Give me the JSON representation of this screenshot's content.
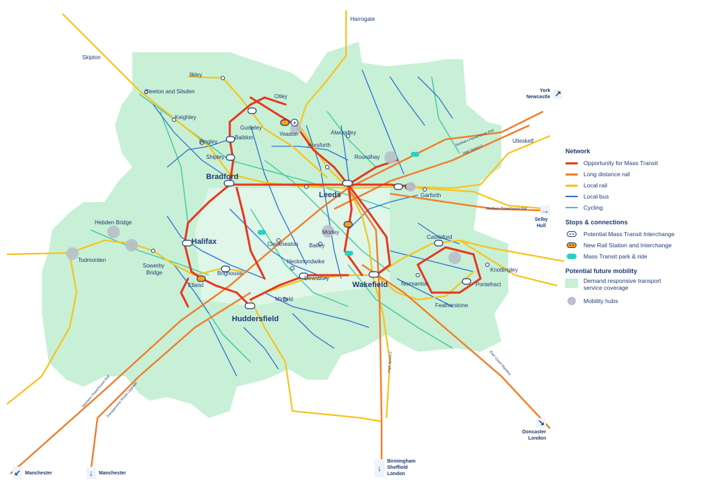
{
  "colors": {
    "coverage": "#c8f0d6",
    "mass_transit": "#e8361e",
    "long_distance": "#f07d2a",
    "local_rail": "#f7c31b",
    "local_bus": "#2f6fd4",
    "cycling": "#41c7a0",
    "hub": "#b8c0c9",
    "text": "#1f3b73"
  },
  "places": {
    "harrogate": "Harrogate",
    "skipton": "Skipton",
    "ilkley": "Ilkley",
    "steeton": "Steeton and Silsden",
    "keighley": "Keighley",
    "bingley": "Bingley",
    "shipley": "Shipley",
    "baildon": "Baildon",
    "guiseley": "Guiseley",
    "otley": "Otley",
    "yeadon": "Yeadon",
    "horsforth": "Horsforth",
    "alwoodley": "Alwoodley",
    "roundhay": "Roundhay",
    "garforth": "Garforth",
    "ulleskelf": "Ulleskelf",
    "hebden_bridge": "Hebden Bridge",
    "todmorden": "Todmorden",
    "sowerby_bridge": "Sowerby\nBridge",
    "elland": "Elland",
    "brighouse": "Brighouse",
    "cleckheaton": "Cleckheaton",
    "batley": "Batley",
    "morley": "Morley",
    "heckmondwike": "Heckmondwike",
    "dewsbury": "Dewsbury",
    "mirfield": "Mirfield",
    "castleford": "Castleford",
    "knottingley": "Knottingley",
    "normanton": "Normanton",
    "pontefract": "Pontefract",
    "featherstone": "Featherstone"
  },
  "cities": {
    "bradford": "Bradford",
    "leeds": "Leeds",
    "halifax": "Halifax",
    "wakefield": "Wakefield",
    "huddersfield": "Huddersfield"
  },
  "rail_names": {
    "npr_east": "Northern Powerhouse Rail",
    "hs2_east": "High Speed 2",
    "npr_east2": "Northern Powerhouse Rail",
    "npr_west": "Northern Powerhouse Rail",
    "transpennine": "Transpennine Route Upgrade",
    "hs2_south": "High Speed 2",
    "ecml": "East Coast Mainline"
  },
  "destinations": {
    "york": {
      "line1": "York",
      "line2": "Newcastle",
      "arrow": "↗"
    },
    "selby": {
      "line1": "Selby",
      "line2": "Hull",
      "arrow": "→"
    },
    "doncaster": {
      "line1": "Doncaster",
      "line2": "London",
      "arrow": "↘"
    },
    "birmingham": {
      "line1": "Birmingham",
      "line2": "Sheffield",
      "line3": "London",
      "arrow": "↓"
    },
    "manchester_a": {
      "line1": "Manchester",
      "arrow": "↙"
    },
    "manchester_b": {
      "line1": "Manchester",
      "arrow": "↓"
    }
  },
  "legend": {
    "network_title": "Network",
    "mass_transit": "Opportunity for Mass Transit",
    "long_distance": "Long distance rail",
    "local_rail": "Local rail",
    "local_bus": "Local bus",
    "cycling": "Cycling",
    "stops_title": "Stops & connections",
    "interchange": "Potential Mass Transit Interchange",
    "new_station": "New Rail Station and Interchange",
    "park_ride": "Mass Transit park & ride",
    "mobility_title": "Potential future mobility",
    "drt_line1": "Demand responsive transport",
    "drt_line2": "service coverage",
    "hubs": "Mobility hubs"
  }
}
